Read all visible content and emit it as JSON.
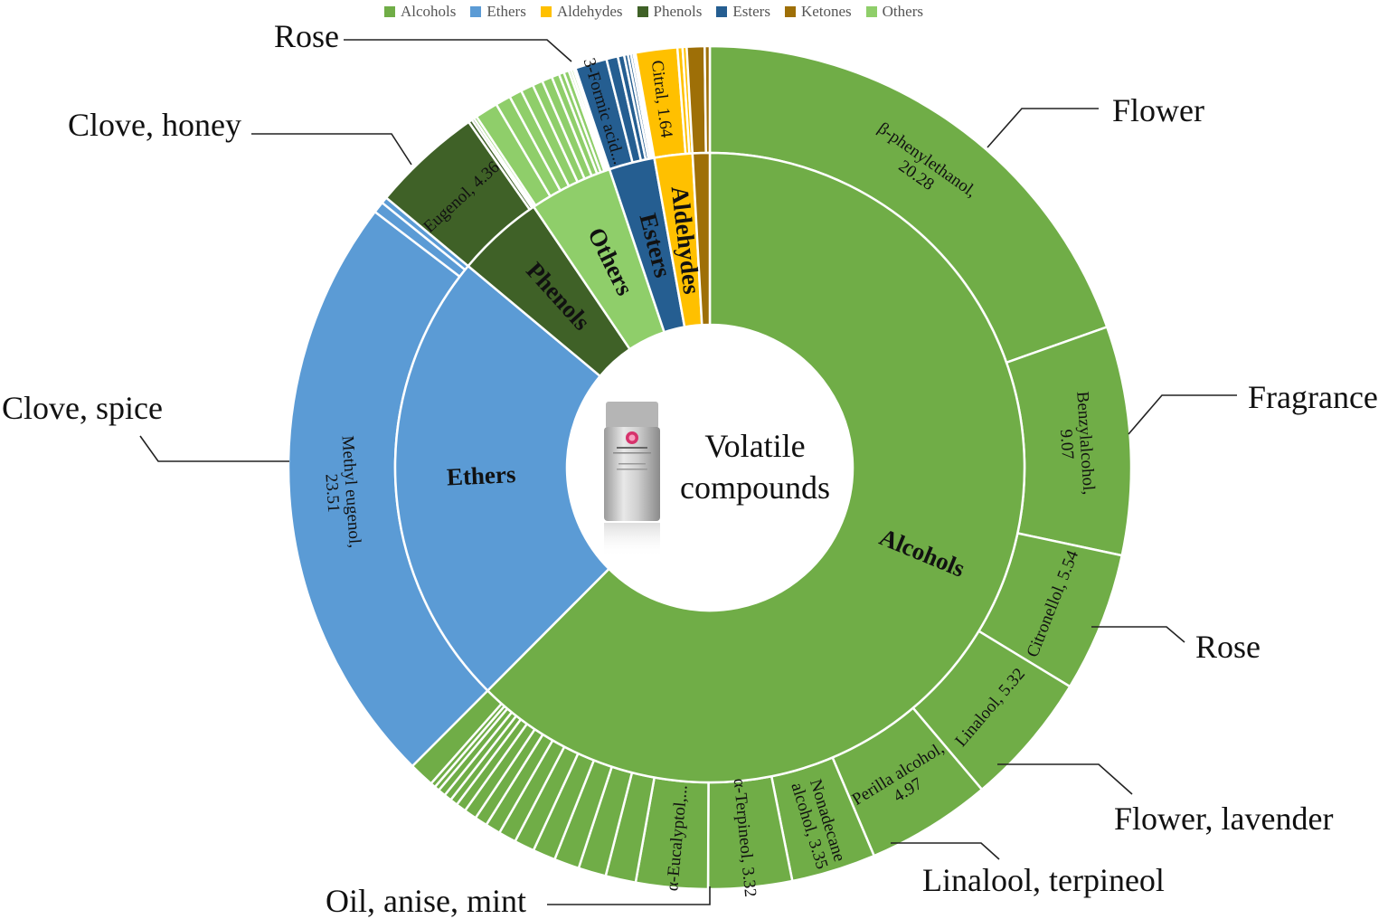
{
  "center_title": "Volatile compounds",
  "legend": [
    {
      "label": "Alcohols",
      "color": "#70ad47"
    },
    {
      "label": "Ethers",
      "color": "#5b9bd5"
    },
    {
      "label": "Aldehydes",
      "color": "#ffc000"
    },
    {
      "label": "Phenols",
      "color": "#3f6127"
    },
    {
      "label": "Esters",
      "color": "#255e91"
    },
    {
      "label": "Ketones",
      "color": "#9e6f07"
    },
    {
      "label": "Others",
      "color": "#8fce6a"
    }
  ],
  "annotations": {
    "flower": "Flower",
    "fragrance": "Fragrance",
    "rose_right": "Rose",
    "flower_lavender": "Flower, lavender",
    "linalool_terpineol": "Linalool, terpineol",
    "oil_anise_mint": "Oil, anise, mint",
    "clove_spice": "Clove, spice",
    "clove_honey": "Clove, honey",
    "rose_top": "Rose"
  },
  "chart_data": {
    "type": "sunburst",
    "title": "Volatile compounds",
    "inner_ring": [
      {
        "category": "Alcohols",
        "value": 64.1,
        "label": "Alcohols"
      },
      {
        "category": "Ethers",
        "value": 24.2,
        "label": "Ethers"
      },
      {
        "category": "Phenols",
        "value": 4.6,
        "label": "Phenols"
      },
      {
        "category": "Others",
        "value": 4.4,
        "label": "Others"
      },
      {
        "category": "Esters",
        "value": 2.4,
        "label": "Esters"
      },
      {
        "category": "Aldehydes",
        "value": 2.0,
        "label": "Aldehydes"
      },
      {
        "category": "Ketones",
        "value": 0.9,
        "label": ""
      }
    ],
    "outer_ring": [
      {
        "category": "Alcohols",
        "name": "β-phenylethanol",
        "value": 20.28,
        "label": "β-phenylethanol,\n20.28"
      },
      {
        "category": "Alcohols",
        "name": "Benzylalcohol",
        "value": 9.07,
        "label": "Benzylalcohol,\n9.07"
      },
      {
        "category": "Alcohols",
        "name": "Citronellol",
        "value": 5.54,
        "label": "Citronellol, 5.54"
      },
      {
        "category": "Alcohols",
        "name": "Linalool",
        "value": 5.32,
        "label": "Linalool, 5.32"
      },
      {
        "category": "Alcohols",
        "name": "Perilla alcohol",
        "value": 4.97,
        "label": "Perilla alcohol,\n4.97"
      },
      {
        "category": "Alcohols",
        "name": "Nonadecane alcohol",
        "value": 3.35,
        "label": "Nonadecane\nalcohol, 3.35"
      },
      {
        "category": "Alcohols",
        "name": "α-Terpineol",
        "value": 3.32,
        "label": "α-Terpineol, 3.32"
      },
      {
        "category": "Alcohols",
        "name": "α-Eucalyptol",
        "value": 2.85,
        "label": "α-Eucalyptol,..."
      },
      {
        "category": "Alcohols",
        "name": "",
        "value": 1.2,
        "label": ""
      },
      {
        "category": "Alcohols",
        "name": "",
        "value": 1.1,
        "label": ""
      },
      {
        "category": "Alcohols",
        "name": "",
        "value": 1.0,
        "label": ""
      },
      {
        "category": "Alcohols",
        "name": "",
        "value": 0.9,
        "label": ""
      },
      {
        "category": "Alcohols",
        "name": "",
        "value": 0.8,
        "label": ""
      },
      {
        "category": "Alcohols",
        "name": "",
        "value": 0.7,
        "label": ""
      },
      {
        "category": "Alcohols",
        "name": "",
        "value": 0.6,
        "label": ""
      },
      {
        "category": "Alcohols",
        "name": "",
        "value": 0.5,
        "label": ""
      },
      {
        "category": "Alcohols",
        "name": "",
        "value": 0.5,
        "label": ""
      },
      {
        "category": "Alcohols",
        "name": "",
        "value": 0.4,
        "label": ""
      },
      {
        "category": "Alcohols",
        "name": "",
        "value": 0.3,
        "label": ""
      },
      {
        "category": "Alcohols",
        "name": "",
        "value": 0.3,
        "label": ""
      },
      {
        "category": "Alcohols",
        "name": "",
        "value": 0.3,
        "label": ""
      },
      {
        "category": "Alcohols",
        "name": "",
        "value": 0.2,
        "label": ""
      },
      {
        "category": "Alcohols",
        "name": "",
        "value": 0.2,
        "label": ""
      },
      {
        "category": "Alcohols",
        "name": "",
        "value": 1.0,
        "label": ""
      },
      {
        "category": "Ethers",
        "name": "Methyl eugenol",
        "value": 23.51,
        "label": "Methyl eugenol,\n23.51"
      },
      {
        "category": "Ethers",
        "name": "",
        "value": 0.45,
        "label": ""
      },
      {
        "category": "Ethers",
        "name": "",
        "value": 0.25,
        "label": ""
      },
      {
        "category": "Phenols",
        "name": "Eugenol",
        "value": 4.36,
        "label": "Eugenol, 4.36"
      },
      {
        "category": "Phenols",
        "name": "",
        "value": 0.15,
        "label": ""
      },
      {
        "category": "Phenols",
        "name": "",
        "value": 0.1,
        "label": ""
      },
      {
        "category": "Others",
        "name": "",
        "value": 0.12,
        "label": ""
      },
      {
        "category": "Others",
        "name": "",
        "value": 0.9,
        "label": ""
      },
      {
        "category": "Others",
        "name": "",
        "value": 0.6,
        "label": ""
      },
      {
        "category": "Others",
        "name": "",
        "value": 0.5,
        "label": ""
      },
      {
        "category": "Others",
        "name": "",
        "value": 0.5,
        "label": ""
      },
      {
        "category": "Others",
        "name": "",
        "value": 0.4,
        "label": ""
      },
      {
        "category": "Others",
        "name": "",
        "value": 0.4,
        "label": ""
      },
      {
        "category": "Others",
        "name": "",
        "value": 0.3,
        "label": ""
      },
      {
        "category": "Others",
        "name": "",
        "value": 0.2,
        "label": ""
      },
      {
        "category": "Others",
        "name": "",
        "value": 0.2,
        "label": ""
      },
      {
        "category": "Others",
        "name": "",
        "value": 0.1,
        "label": ""
      },
      {
        "category": "Others",
        "name": "",
        "value": 0.1,
        "label": ""
      },
      {
        "category": "Others",
        "name": "",
        "value": 0.08,
        "label": ""
      },
      {
        "category": "Esters",
        "name": "3-Formic acid",
        "value": 1.25,
        "label": "3-Formic acid..."
      },
      {
        "category": "Esters",
        "name": "",
        "value": 0.45,
        "label": ""
      },
      {
        "category": "Esters",
        "name": "",
        "value": 0.25,
        "label": ""
      },
      {
        "category": "Esters",
        "name": "",
        "value": 0.15,
        "label": ""
      },
      {
        "category": "Esters",
        "name": "",
        "value": 0.12,
        "label": ""
      },
      {
        "category": "Esters",
        "name": "",
        "value": 0.1,
        "label": ""
      },
      {
        "category": "Esters",
        "name": "",
        "value": 0.08,
        "label": ""
      },
      {
        "category": "Aldehydes",
        "name": "Citral",
        "value": 1.64,
        "label": "Citral, 1.64"
      },
      {
        "category": "Aldehydes",
        "name": "",
        "value": 0.2,
        "label": ""
      },
      {
        "category": "Aldehydes",
        "name": "",
        "value": 0.16,
        "label": ""
      },
      {
        "category": "Ketones",
        "name": "",
        "value": 0.7,
        "label": ""
      },
      {
        "category": "Ketones",
        "name": "",
        "value": 0.2,
        "label": ""
      }
    ]
  }
}
